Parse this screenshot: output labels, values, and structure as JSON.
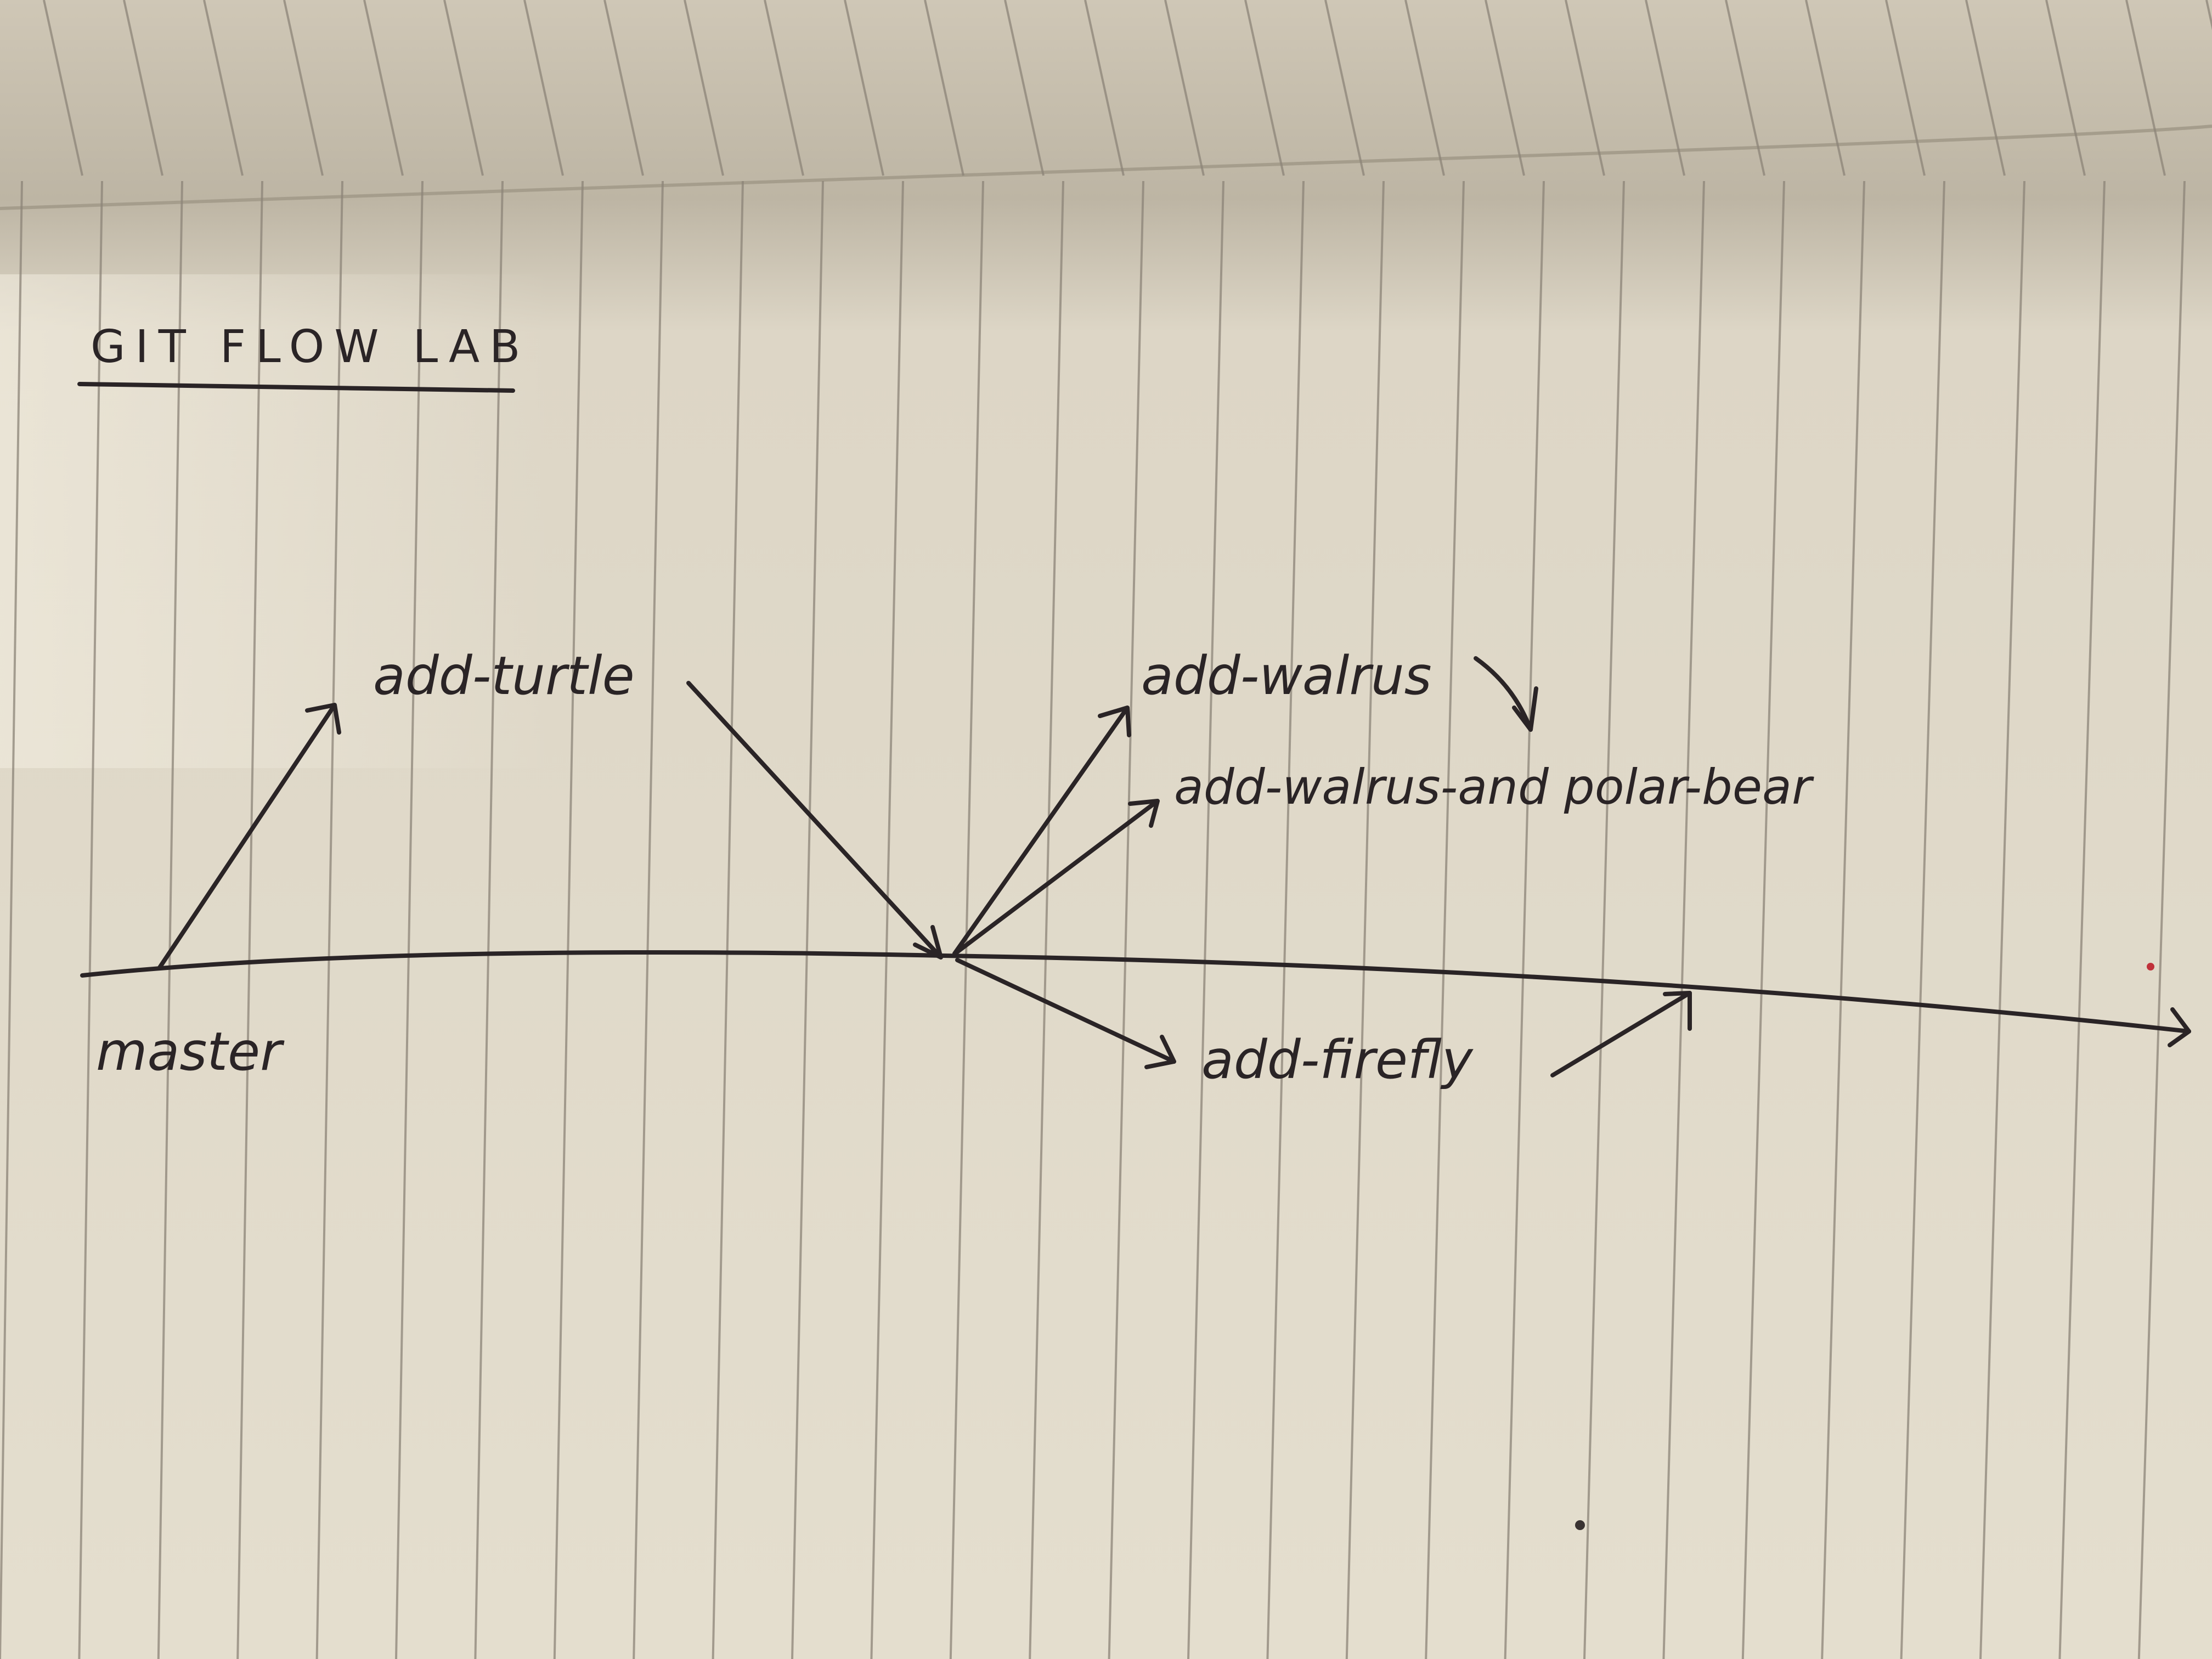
{
  "title": "GIT FLOW LAB",
  "branches": {
    "main": "master",
    "add_turtle": "add-turtle",
    "add_walrus": "add-walrus",
    "add_walrus_and_polar_bear": "add-walrus-and polar-bear",
    "add_firefly": "add-firefly"
  },
  "colors": {
    "paper": "#e2dccd",
    "ink": "#2a2426",
    "rule": "#8c8478"
  }
}
